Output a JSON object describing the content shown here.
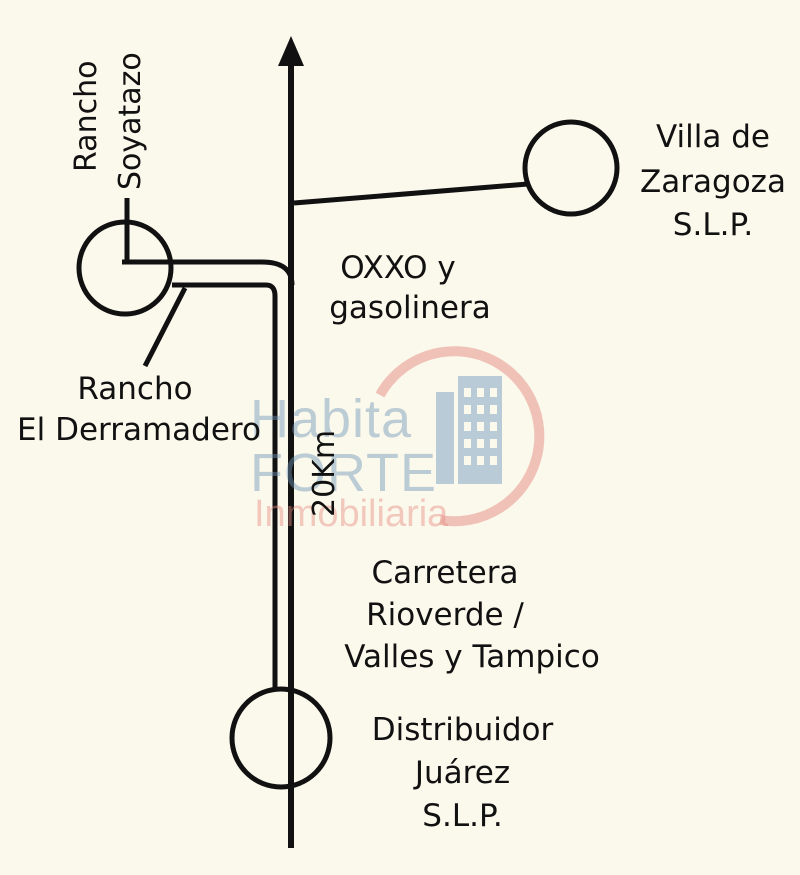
{
  "places": {
    "rancho_soyatazo": {
      "line1": "Rancho",
      "line2": "Soyatazo"
    },
    "villa_zaragoza": {
      "line1": "Villa de",
      "line2": "Zaragoza",
      "line3": "S.L.P."
    },
    "oxxo": {
      "line1": "OXXO y",
      "line2": "gasolinera"
    },
    "rancho_derramadero": {
      "line1": "Rancho",
      "line2": "El Derramadero"
    },
    "distance": "20Km",
    "carretera": {
      "line1": "Carretera",
      "line2": "Rioverde /",
      "line3": "Valles y Tampico"
    },
    "distribuidor": {
      "line1": "Distribuidor",
      "line2": "Juárez",
      "line3": "S.L.P."
    }
  },
  "watermark": {
    "line1": "Habita",
    "line2": "FORTE",
    "line3": "Inmobiliaria"
  },
  "colors": {
    "background": "#fbf8ec",
    "ink": "#111111",
    "watermark_blue": "#6e96b9",
    "watermark_red": "#e68c82"
  }
}
